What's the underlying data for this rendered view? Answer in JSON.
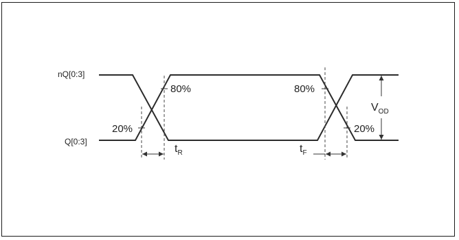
{
  "signals": {
    "top": "nQ[0:3]",
    "bottom": "Q[0:3]"
  },
  "levels": {
    "high_pct": "80%",
    "low_pct": "20%"
  },
  "timing": {
    "rise_main": "t",
    "rise_sub": "R",
    "fall_main": "t",
    "fall_sub": "F"
  },
  "amplitude": {
    "main": "V",
    "sub": "OD"
  }
}
